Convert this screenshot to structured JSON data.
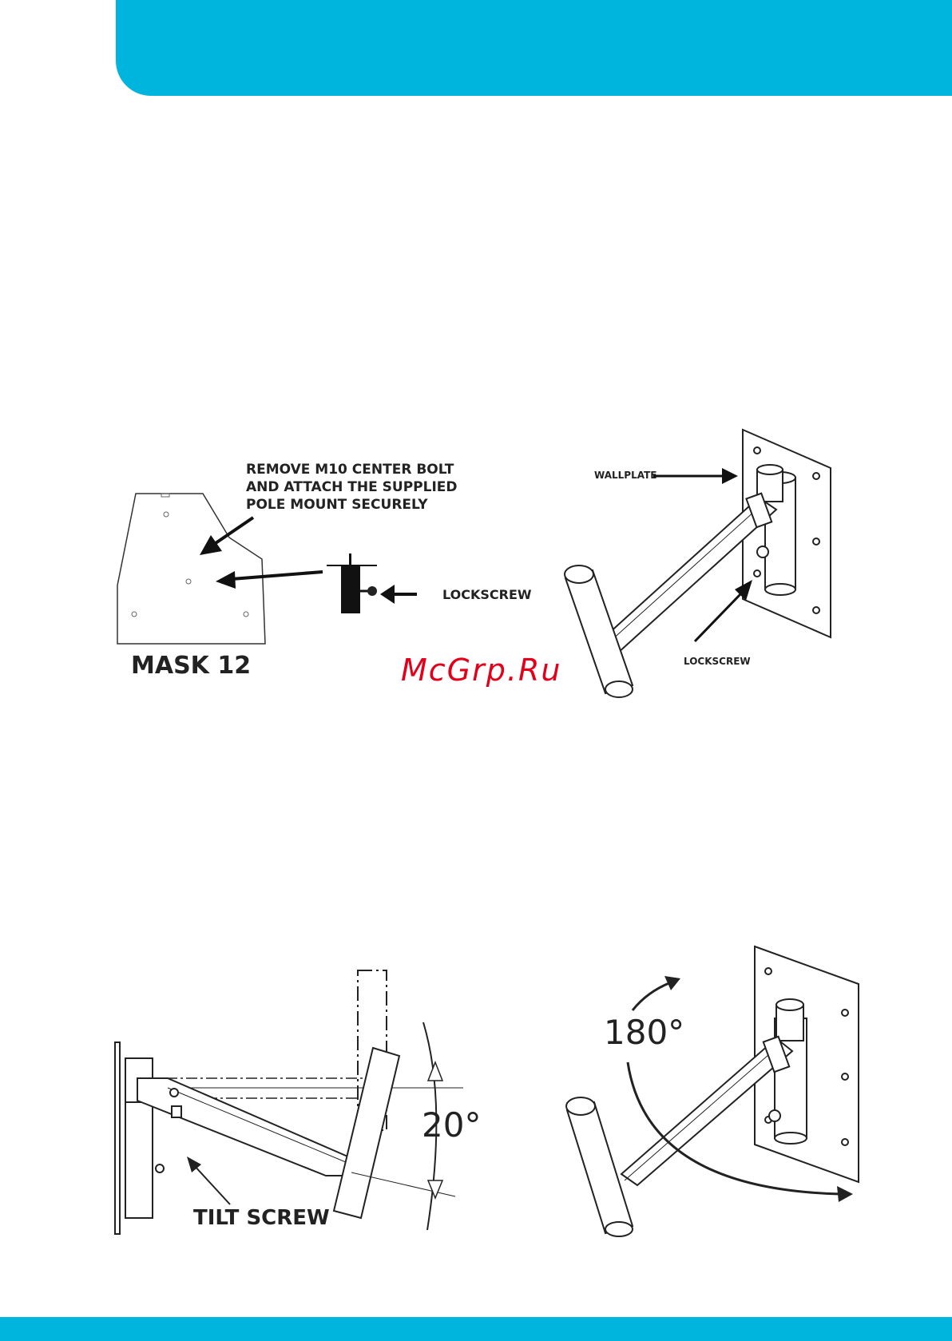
{
  "diagram1": {
    "instruction_line1": "REMOVE M10 CENTER BOLT",
    "instruction_line2": "AND ATTACH THE SUPPLIED",
    "instruction_line3": "POLE MOUNT SECURELY",
    "lockscrew_label": "LOCKSCREW",
    "model_label": "MASK 12"
  },
  "diagram2": {
    "wallplate_label": "WALLPLATE",
    "lockscrew_label": "LOCKSCREW"
  },
  "diagram3": {
    "angle_label": "20°",
    "tilt_label": "TILT SCREW"
  },
  "diagram4": {
    "rotation_label": "180°"
  },
  "watermark": "McGrp.Ru",
  "colors": {
    "accent": "#00b5dd",
    "watermark": "#e2001a"
  }
}
